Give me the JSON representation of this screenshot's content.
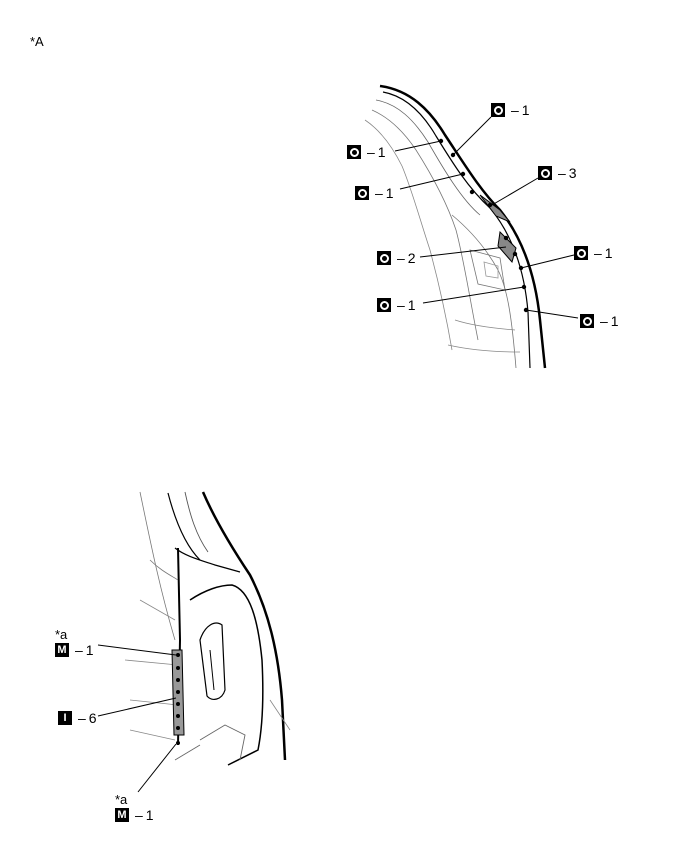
{
  "page_label": "*A",
  "note_label": "*a",
  "dash": "–",
  "symbols": {
    "O": {
      "name": "weld-spot-circle-symbol",
      "glyph": ""
    },
    "M": {
      "name": "m-symbol",
      "glyph": "M"
    },
    "I": {
      "name": "i-symbol",
      "glyph": "I"
    }
  },
  "upper_callouts": [
    {
      "symbol": "O",
      "count": "1"
    },
    {
      "symbol": "O",
      "count": "1"
    },
    {
      "symbol": "O",
      "count": "1"
    },
    {
      "symbol": "O",
      "count": "3"
    },
    {
      "symbol": "O",
      "count": "2"
    },
    {
      "symbol": "O",
      "count": "1"
    },
    {
      "symbol": "O",
      "count": "1"
    },
    {
      "symbol": "O",
      "count": "1"
    }
  ],
  "lower_callouts": [
    {
      "symbol": "M",
      "count": "1"
    },
    {
      "symbol": "I",
      "count": "6"
    },
    {
      "symbol": "M",
      "count": "1"
    }
  ]
}
